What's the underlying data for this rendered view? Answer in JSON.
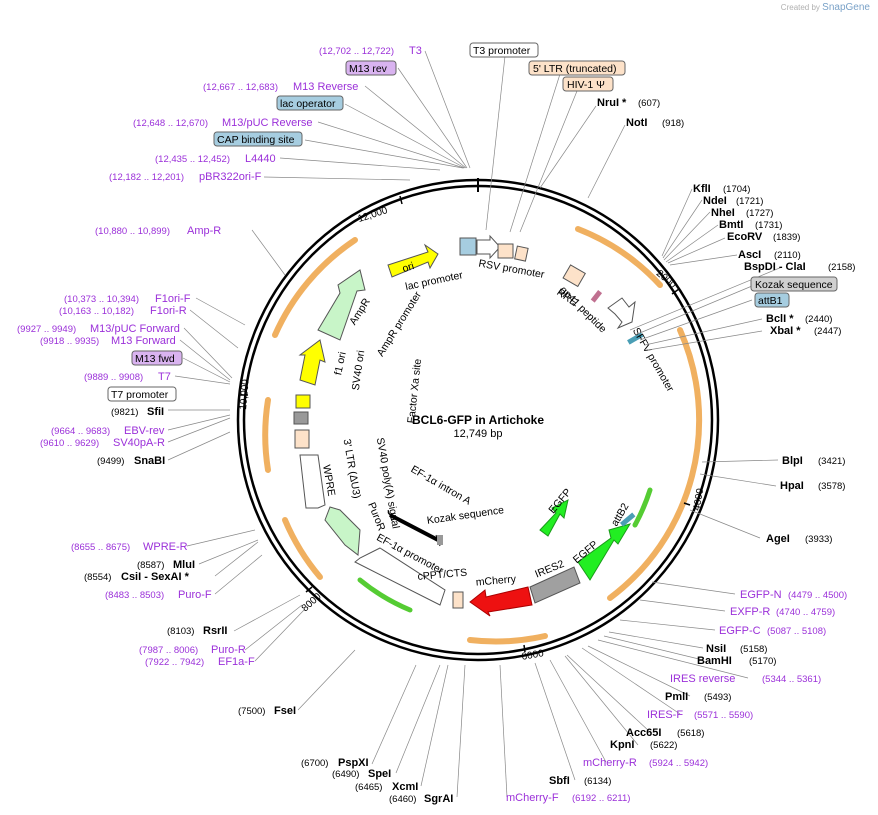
{
  "credit": {
    "prefix": "Created by",
    "brand": "SnapGene"
  },
  "plasmid": {
    "name": "BCL6-GFP in Artichoke",
    "size_label": "12,749 bp",
    "length": 12749
  },
  "ticks": [
    "12,000",
    "2000",
    "4000",
    "6000",
    "8000",
    "10,000"
  ],
  "tick_values": [
    12000,
    2000,
    4000,
    6000,
    8000,
    10000
  ],
  "boxed_labels": [
    {
      "text": "T3 promoter",
      "kind": "promoter"
    },
    {
      "text": "5' LTR (truncated)",
      "kind": "ltr"
    },
    {
      "text": "HIV-1 Ψ",
      "kind": "ltr"
    },
    {
      "text": "M13 rev",
      "kind": "primer_box"
    },
    {
      "text": "lac operator",
      "kind": "blue"
    },
    {
      "text": "CAP binding site",
      "kind": "blue"
    },
    {
      "text": "Kozak sequence",
      "kind": "grey"
    },
    {
      "text": "attB1",
      "kind": "blue"
    },
    {
      "text": "M13 fwd",
      "kind": "primer_box"
    },
    {
      "text": "T7 promoter",
      "kind": "promoter"
    }
  ],
  "enzymes": [
    {
      "name": "NruI *",
      "pos": "(607)"
    },
    {
      "name": "NotI",
      "pos": "(918)"
    },
    {
      "name": "KflI",
      "pos": "(1704)"
    },
    {
      "name": "NdeI",
      "pos": "(1721)"
    },
    {
      "name": "NheI",
      "pos": "(1727)"
    },
    {
      "name": "BmtI",
      "pos": "(1731)"
    },
    {
      "name": "EcoRV",
      "pos": "(1839)"
    },
    {
      "name": "AscI",
      "pos": "(2110)"
    },
    {
      "name": "BspDI  - ClaI",
      "pos": "(2158)"
    },
    {
      "name": "BclI *",
      "pos": "(2440)"
    },
    {
      "name": "XbaI *",
      "pos": "(2447)"
    },
    {
      "name": "BlpI",
      "pos": "(3421)"
    },
    {
      "name": "HpaI",
      "pos": "(3578)"
    },
    {
      "name": "AgeI",
      "pos": "(3933)"
    },
    {
      "name": "NsiI",
      "pos": "(5158)"
    },
    {
      "name": "BamHI",
      "pos": "(5170)"
    },
    {
      "name": "PmlI",
      "pos": "(5493)"
    },
    {
      "name": "Acc65I",
      "pos": "(5618)"
    },
    {
      "name": "KpnI",
      "pos": "(5622)"
    },
    {
      "name": "SbfI",
      "pos": "(6134)"
    },
    {
      "name": "SgrAI",
      "pos": "(6460)"
    },
    {
      "name": "XcmI",
      "pos": "(6465)"
    },
    {
      "name": "SpeI",
      "pos": "(6490)"
    },
    {
      "name": "PspXI",
      "pos": "(6700)"
    },
    {
      "name": "FseI",
      "pos": "(7500)"
    },
    {
      "name": "RsrII",
      "pos": "(8103)"
    },
    {
      "name": "CsiI  - SexAI *",
      "pos": "(8554)"
    },
    {
      "name": "MluI",
      "pos": "(8587)"
    },
    {
      "name": "SnaBI",
      "pos": "(9499)"
    },
    {
      "name": "SfiI",
      "pos": "(9821)"
    }
  ],
  "primers": [
    {
      "name": "T3",
      "pos": "(12,702 .. 12,722)"
    },
    {
      "name": "M13 Reverse",
      "pos": "(12,667 .. 12,683)"
    },
    {
      "name": "M13/pUC Reverse",
      "pos": "(12,648 .. 12,670)"
    },
    {
      "name": "L4440",
      "pos": "(12,435 .. 12,452)"
    },
    {
      "name": "pBR322ori-F",
      "pos": "(12,182 .. 12,201)"
    },
    {
      "name": "Amp-R",
      "pos": "(10,880 .. 10,899)"
    },
    {
      "name": "F1ori-F",
      "pos": "(10,373 .. 10,394)"
    },
    {
      "name": "F1ori-R",
      "pos": "(10,163 .. 10,182)"
    },
    {
      "name": "M13/pUC Forward",
      "pos": "(9927 .. 9949)"
    },
    {
      "name": "M13 Forward",
      "pos": "(9918 .. 9935)"
    },
    {
      "name": "T7",
      "pos": "(9889 .. 9908)"
    },
    {
      "name": "EBV-rev",
      "pos": "(9664 .. 9683)"
    },
    {
      "name": "SV40pA-R",
      "pos": "(9610 .. 9629)"
    },
    {
      "name": "WPRE-R",
      "pos": "(8655 .. 8675)"
    },
    {
      "name": "Puro-F",
      "pos": "(8483 .. 8503)"
    },
    {
      "name": "Puro-R",
      "pos": "(7987 .. 8006)"
    },
    {
      "name": "EF1a-F",
      "pos": "(7922 .. 7942)"
    },
    {
      "name": "EGFP-N",
      "pos": "(4479 .. 4500)"
    },
    {
      "name": "EXFP-R",
      "pos": "(4740 .. 4759)"
    },
    {
      "name": "EGFP-C",
      "pos": "(5087 .. 5108)"
    },
    {
      "name": "IRES reverse",
      "pos": "(5344 .. 5361)"
    },
    {
      "name": "IRES-F",
      "pos": "(5571 .. 5590)"
    },
    {
      "name": "mCherry-R",
      "pos": "(5924 .. 5942)"
    },
    {
      "name": "mCherry-F",
      "pos": "(6192 .. 6211)"
    }
  ],
  "features": [
    {
      "text": "ori",
      "color": "#ffff00"
    },
    {
      "text": "lac promoter"
    },
    {
      "text": "RSV promoter"
    },
    {
      "text": "RRE"
    },
    {
      "text": "gp41 peptide"
    },
    {
      "text": "SFFV promoter"
    },
    {
      "text": "AmpR"
    },
    {
      "text": "AmpR promoter"
    },
    {
      "text": "f1 ori"
    },
    {
      "text": "SV40 ori"
    },
    {
      "text": "Factor Xa site"
    },
    {
      "text": "SV40 poly(A) signal"
    },
    {
      "text": "3' LTR (ΔU3)"
    },
    {
      "text": "PuroR"
    },
    {
      "text": "WPRE"
    },
    {
      "text": "EF-1α intron A"
    },
    {
      "text": "Kozak sequence"
    },
    {
      "text": "EF-1α promoter"
    },
    {
      "text": "cPPT/CTS"
    },
    {
      "text": "mCherry"
    },
    {
      "text": "IRES2"
    },
    {
      "text": "EGFP"
    },
    {
      "text": "EGFP"
    },
    {
      "text": "attB2"
    }
  ],
  "colors": {
    "primer": "#9b30d9",
    "primer_box": "#d9b3f0",
    "blue_box": "#a6cde0",
    "ltr_box": "#fde2c9",
    "grey_box": "#d0d0d0",
    "orf": "#f0b060",
    "egfp": "#33ee33",
    "mcherry": "#ee1111",
    "ampr": "#c8f5c8",
    "ori": "#ffff00"
  }
}
